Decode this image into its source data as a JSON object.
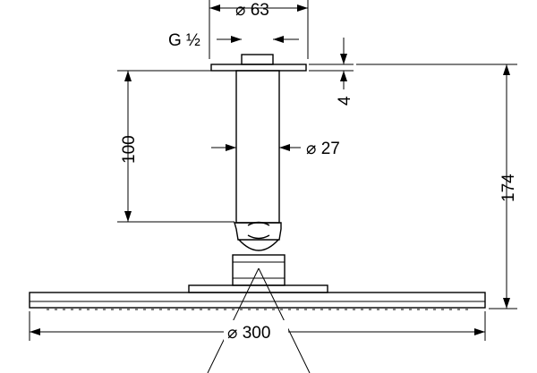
{
  "dimensions": {
    "flange_diameter": "⌀ 63",
    "thread": "G ½",
    "flange_thickness": "4",
    "arm_length": "100",
    "arm_diameter": "⌀ 27",
    "total_height": "174",
    "head_diameter": "⌀ 300"
  }
}
